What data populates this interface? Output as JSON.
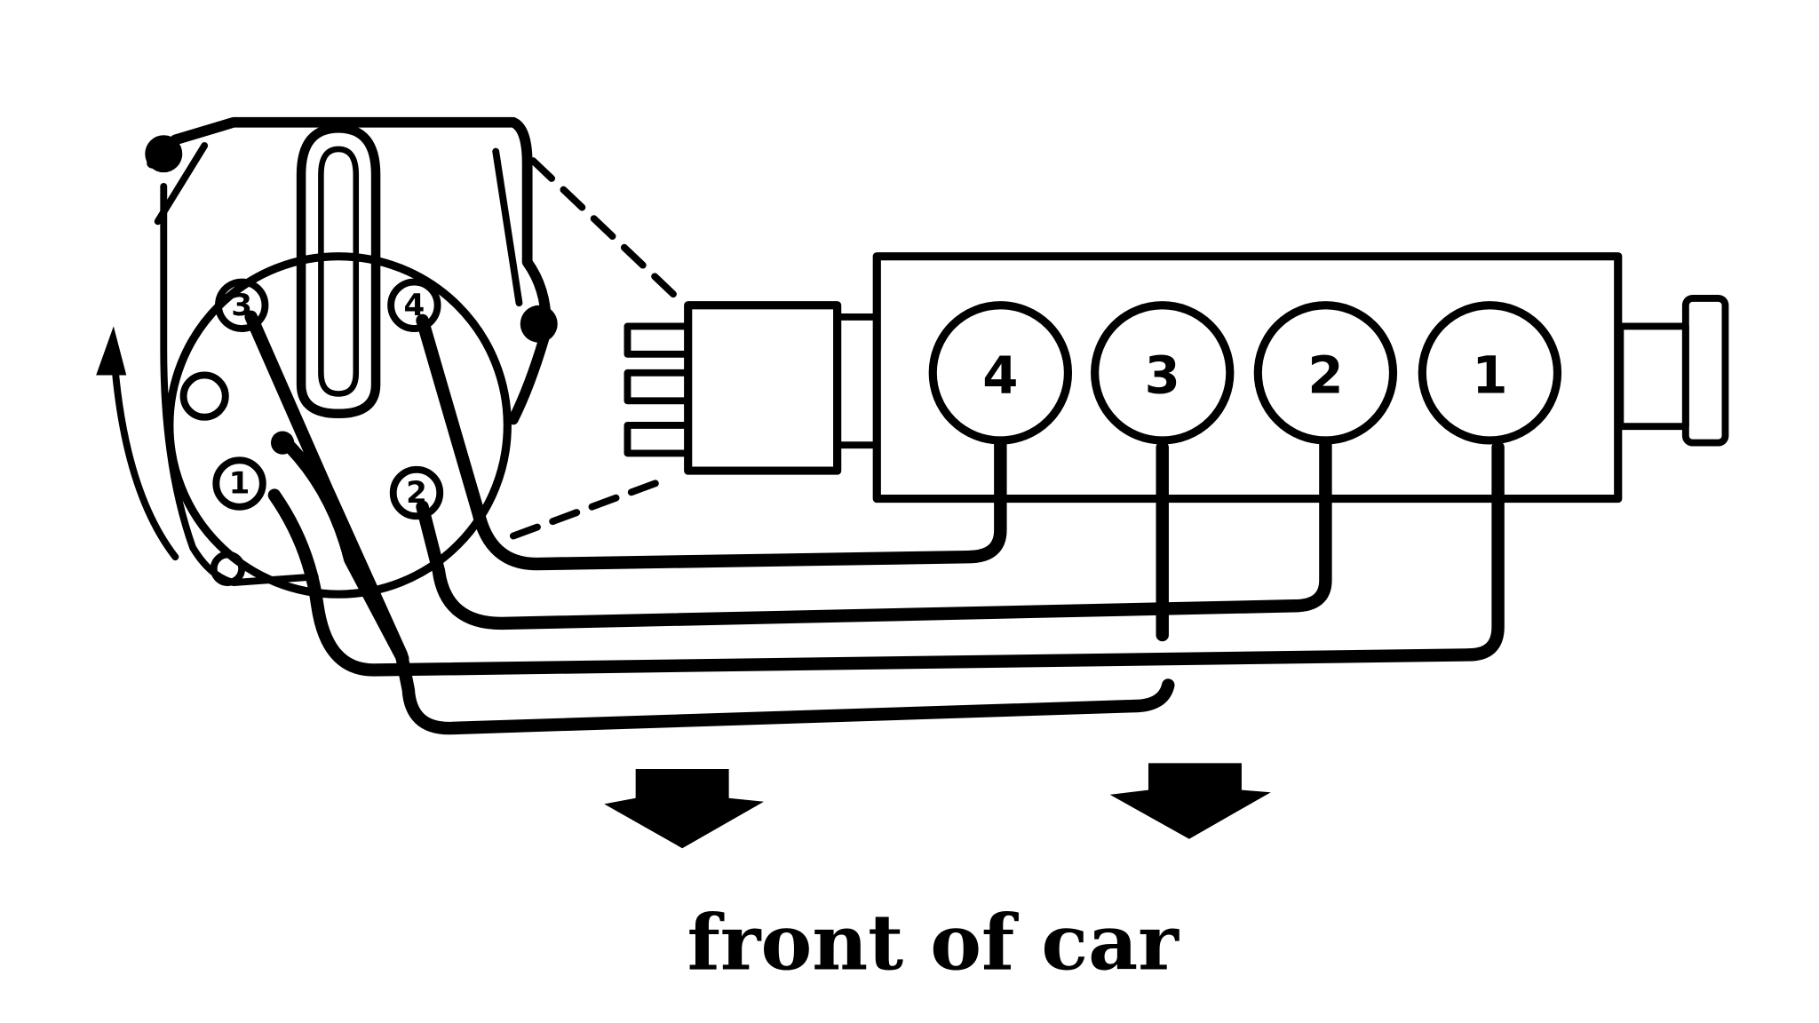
{
  "diagram": {
    "caption": "front of car",
    "cylinders": [
      {
        "label": "4"
      },
      {
        "label": "3"
      },
      {
        "label": "2"
      },
      {
        "label": "1"
      }
    ],
    "distributor_terminals": [
      {
        "label": "3"
      },
      {
        "label": "4"
      },
      {
        "label": "1"
      },
      {
        "label": "2"
      }
    ],
    "colors": {
      "ink": "#000000",
      "background": "#ffffff"
    }
  }
}
